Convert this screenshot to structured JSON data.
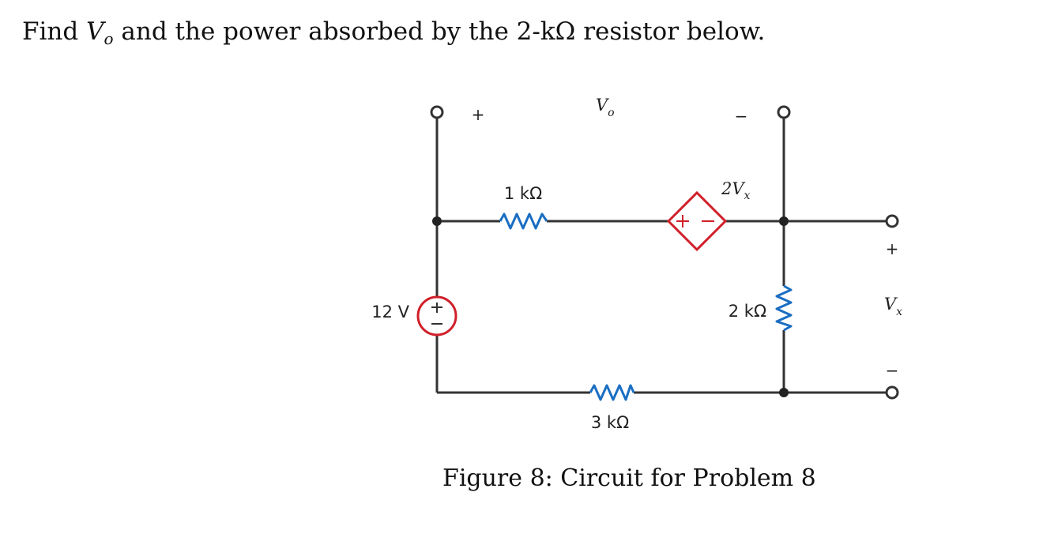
{
  "problem": {
    "text_before": "Find ",
    "var_main": "V",
    "var_sub": "o",
    "text_after": " and the power absorbed by the 2-kΩ resistor below."
  },
  "circuit": {
    "source_label": "12 V",
    "r1_label": "1 kΩ",
    "r2_label": "2 kΩ",
    "r3_label": "3 kΩ",
    "dep_main": "2V",
    "dep_sub": "x",
    "vo_main": "V",
    "vo_sub": "o",
    "vx_main": "V",
    "vx_sub": "x",
    "plus": "+",
    "minus": "−",
    "colors": {
      "source": "#d0202a",
      "resistor": "#1a6ec2",
      "wire": "#333333"
    }
  },
  "caption": "Figure 8: Circuit for Problem 8"
}
